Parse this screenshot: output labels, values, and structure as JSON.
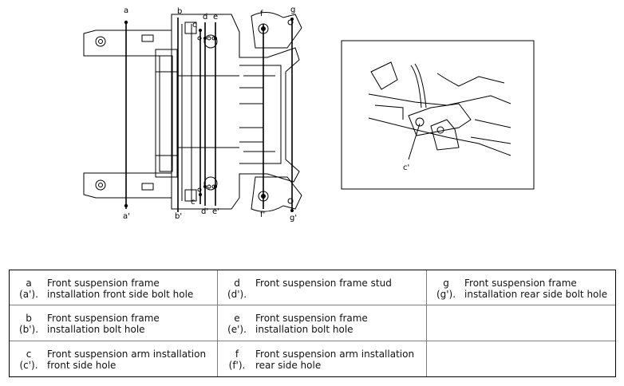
{
  "diagram": {
    "labels_top": [
      "a",
      "b",
      "c",
      "d",
      "e",
      "f",
      "g"
    ],
    "labels_bottom": [
      "a'",
      "b'",
      "c'",
      "d'",
      "e'",
      "f'",
      "g'"
    ],
    "detail_label": "c'"
  },
  "legend": [
    {
      "mark": "a",
      "mark2": "(a').",
      "text": "Front suspension frame installation front side bolt hole"
    },
    {
      "mark": "d",
      "mark2": "(d').",
      "text": "Front suspension frame stud"
    },
    {
      "mark": "g",
      "mark2": "(g').",
      "text": "Front suspension frame installation rear side bolt hole"
    },
    {
      "mark": "b",
      "mark2": "(b').",
      "text": "Front suspension frame installation bolt hole"
    },
    {
      "mark": "e",
      "mark2": "(e').",
      "text": "Front suspension frame installation bolt hole"
    },
    {
      "mark": "",
      "mark2": "",
      "text": ""
    },
    {
      "mark": "c",
      "mark2": "(c').",
      "text": "Front suspension arm installation front side hole"
    },
    {
      "mark": "f",
      "mark2": "(f').",
      "text": "Front suspension arm installation rear side hole"
    },
    {
      "mark": "",
      "mark2": "",
      "text": ""
    }
  ]
}
